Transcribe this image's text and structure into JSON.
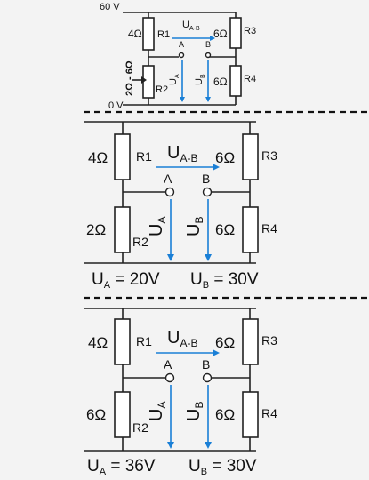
{
  "top": {
    "supply": "60 V",
    "ground": "0 V",
    "r1_value": "4Ω",
    "r1_name": "R1",
    "r3_value": "6Ω",
    "r3_name": "R3",
    "r4_value": "6Ω",
    "r4_name": "R4",
    "r2_name": "R2",
    "r2_range_a": "2Ω",
    "r2_range_sep": " - ",
    "r2_range_b": "6Ω",
    "uab_main": "U",
    "uab_sub": "A-B",
    "node_a": "A",
    "node_b": "B",
    "ua_main": "U",
    "ua_sub": "A",
    "ub_main": "U",
    "ub_sub": "B"
  },
  "circuit1": {
    "r1_value": "4Ω",
    "r1_name": "R1",
    "r3_value": "6Ω",
    "r3_name": "R3",
    "r2_value": "2Ω",
    "r2_name": "R2",
    "r4_value": "6Ω",
    "r4_name": "R4",
    "uab_main": "U",
    "uab_sub": "A-B",
    "node_a": "A",
    "node_b": "B",
    "ua_main": "U",
    "ua_sub": "A",
    "ub_main": "U",
    "ub_sub": "B",
    "result_ua_main": "U",
    "result_ua_sub": "A",
    "result_ua_value": " = 20V",
    "result_ub_main": "U",
    "result_ub_sub": "B",
    "result_ub_value": " = 30V"
  },
  "circuit2": {
    "r1_value": "4Ω",
    "r1_name": "R1",
    "r3_value": "6Ω",
    "r3_name": "R3",
    "r2_value": "6Ω",
    "r2_name": "R2",
    "r4_value": "6Ω",
    "r4_name": "R4",
    "uab_main": "U",
    "uab_sub": "A-B",
    "node_a": "A",
    "node_b": "B",
    "ua_main": "U",
    "ua_sub": "A",
    "ub_main": "U",
    "ub_sub": "B",
    "result_ua_main": "U",
    "result_ua_sub": "A",
    "result_ua_value": " = 36V",
    "result_ub_main": "U",
    "result_ub_sub": "B",
    "result_ub_value": " = 30V"
  },
  "colors": {
    "arrow": "#1a7fd6",
    "wire": "#222222",
    "background": "#f3f3f3"
  }
}
